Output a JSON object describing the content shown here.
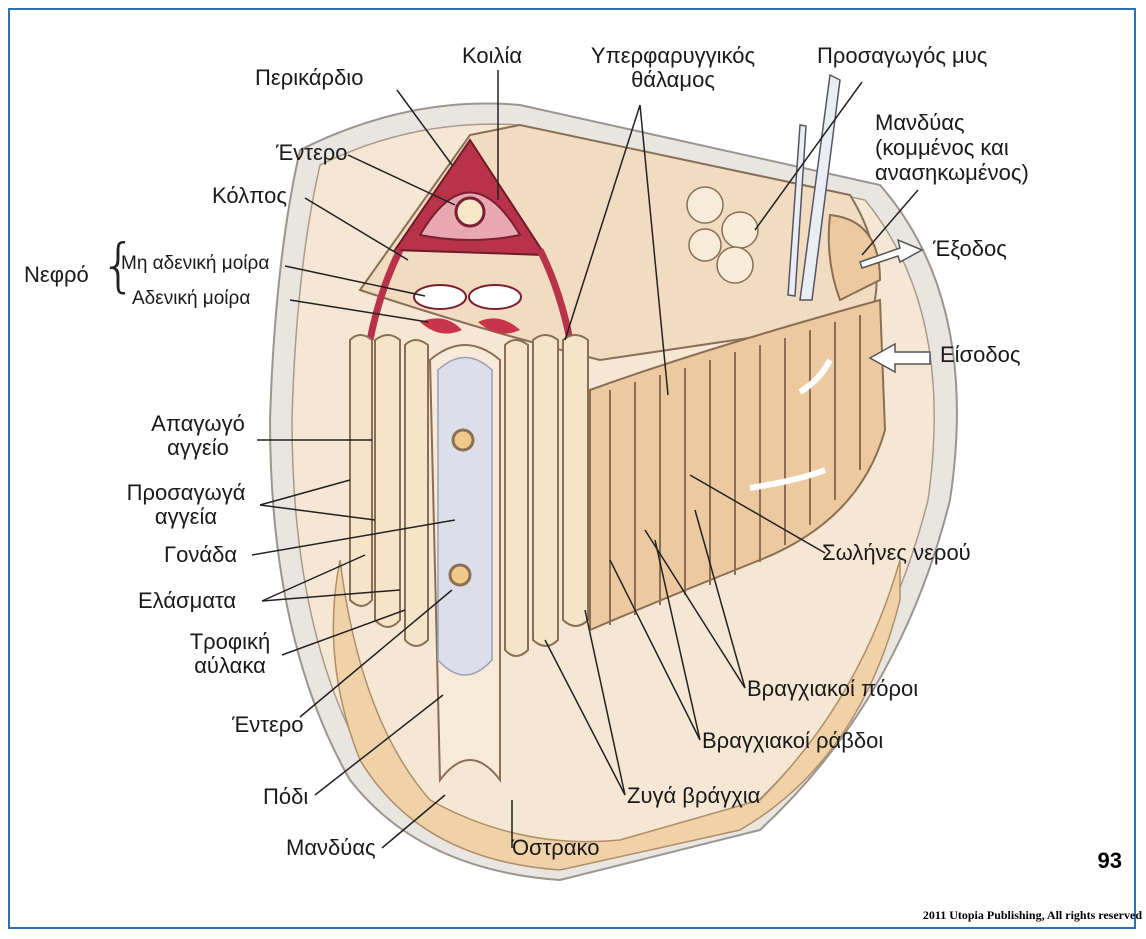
{
  "labels": {
    "pericardium": "Περικάρδιο",
    "ventricle": "Κοιλία",
    "suprabranchial_1": "Υπερφαρυγγικός",
    "suprabranchial_2": "θάλαμος",
    "adductor": "Προσαγωγός μυς",
    "mantle_cut_1": "Μανδύας",
    "mantle_cut_2": "(κομμένος και",
    "mantle_cut_3": "ανασηκωμένος)",
    "intestine_top": "Έντερο",
    "atrium": "Κόλπος",
    "kidney": "Νεφρό",
    "nonglandular": "Μη αδενική μοίρα",
    "glandular": "Αδενική μοίρα",
    "exit": "Έξοδος",
    "entrance": "Είσοδος",
    "efferent_1": "Απαγωγό",
    "efferent_2": "αγγείο",
    "afferent_1": "Προσαγωγά",
    "afferent_2": "αγγεία",
    "gonad": "Γονάδα",
    "lamellae": "Ελάσματα",
    "food_groove_1": "Τροφική",
    "food_groove_2": "αύλακα",
    "intestine_bottom": "Έντερο",
    "foot": "Πόδι",
    "mantle": "Μανδύας",
    "shell": "Όστρακο",
    "water_tubes": "Σωλήνες νερού",
    "ostia": "Βραγχιακοί πόροι",
    "filaments": "Βραγχιακοί ράβδοι",
    "gill_pairs": "Ζυγά βράγχια"
  },
  "page_number": "93",
  "copyright": "2011 Utopia Publishing, All rights reserved",
  "colors": {
    "frame": "#2f6fb3",
    "tissue": "#f3dcc0",
    "tissue_dark": "#d9b48c",
    "heart": "#b8334a",
    "shell": "#e9e6e2",
    "gonad": "#dcdfe8"
  }
}
